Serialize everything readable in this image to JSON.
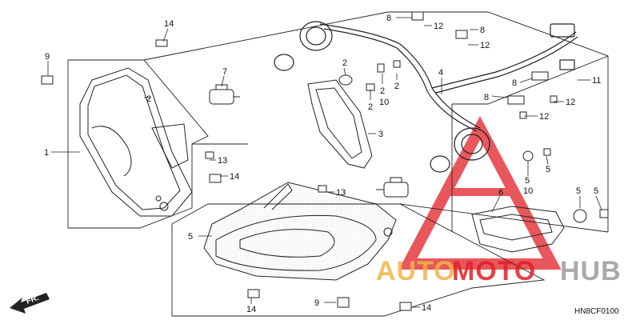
{
  "diagram": {
    "code": "HN8CF0100",
    "direction_label": "FR.",
    "callouts": [
      "14",
      "9",
      "2",
      "1",
      "7",
      "8",
      "12",
      "8",
      "12",
      "2",
      "2",
      "2",
      "10",
      "4",
      "3",
      "8",
      "11",
      "8",
      "12",
      "12",
      "13",
      "14",
      "13",
      "5",
      "6",
      "5",
      "10",
      "5",
      "5",
      "9",
      "14",
      "14"
    ]
  },
  "watermark": {
    "text_a": "AUTO",
    "text_b": "MOTO",
    "text_c": "HUB",
    "colors": {
      "orange": "#f2b544",
      "red": "#e21f26",
      "gray": "#9c9c9c"
    }
  }
}
